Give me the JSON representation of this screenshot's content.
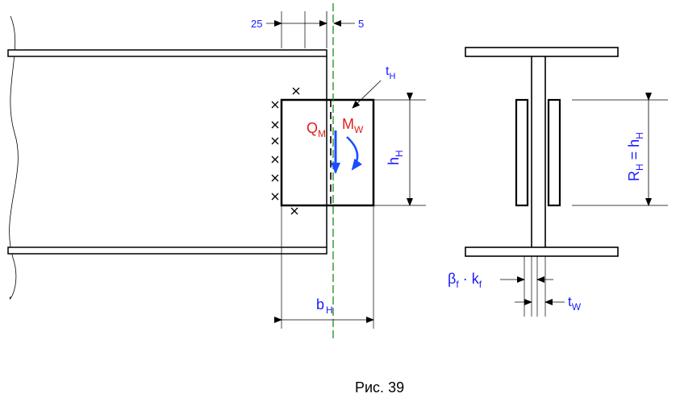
{
  "figure": {
    "caption": "Рис. 39"
  },
  "dimensions": {
    "offset_left": "25",
    "offset_right": "5",
    "flange_width": "b",
    "flange_width_sub": "H",
    "plate_height": "h",
    "plate_height_sub": "H",
    "plate_thickness": "t",
    "plate_thickness_sub": "H",
    "web_thickness": "t",
    "web_thickness_sub": "W",
    "weld_beta": "β",
    "weld_beta_sub": "f",
    "weld_dot": " · ",
    "weld_k": "k",
    "weld_k_sub": "f",
    "section_R": "R",
    "section_R_sub": "H",
    "section_eq": " = ",
    "section_h": "h",
    "section_h_sub": "H"
  },
  "forces": {
    "shear": "Q",
    "shear_sub": "M",
    "moment": "M",
    "moment_sub": "W"
  },
  "colors": {
    "dimension_text": "#1a1aff",
    "force_text": "#e02020",
    "force_arrows": "#1a4dff",
    "centerline": "#1c8a1c",
    "outline": "#000000"
  }
}
